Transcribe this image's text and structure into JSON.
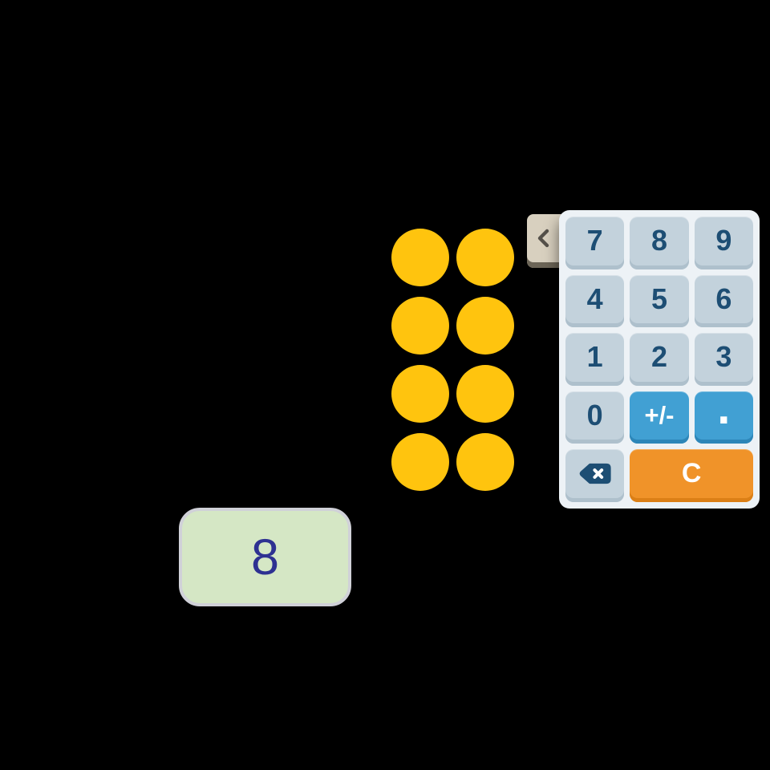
{
  "scene": {
    "background_color": "#000000"
  },
  "counters": {
    "count": 8,
    "rows": 4,
    "cols": 2,
    "color": "#FFC40E",
    "icon": "yellow-counter-dot"
  },
  "answer_box": {
    "value": "8",
    "background": "#D5E7C5",
    "border_color": "#D0D1D8",
    "text_color": "#2E3192"
  },
  "keypad": {
    "panel_background": "#EDF2F6",
    "collapse_tab": {
      "icon": "chevron-left-icon",
      "background": "#D8D0BF",
      "edge_color": "#6C6557"
    },
    "key_colors": {
      "default_bg": "#C3D2DC",
      "default_edge": "#AEC0CC",
      "default_text": "#1D4E74",
      "accent_bg": "#41A0D3",
      "accent_edge": "#2D86B8",
      "clear_bg": "#F09329",
      "clear_edge": "#DB7F16",
      "light_text": "#FFFFFF"
    },
    "keys": [
      {
        "label": "7",
        "type": "number"
      },
      {
        "label": "8",
        "type": "number"
      },
      {
        "label": "9",
        "type": "number"
      },
      {
        "label": "4",
        "type": "number"
      },
      {
        "label": "5",
        "type": "number"
      },
      {
        "label": "6",
        "type": "number"
      },
      {
        "label": "1",
        "type": "number"
      },
      {
        "label": "2",
        "type": "number"
      },
      {
        "label": "3",
        "type": "number"
      },
      {
        "label": "0",
        "type": "number"
      },
      {
        "label": "+/-",
        "type": "accent"
      },
      {
        "label": ".",
        "type": "accent"
      },
      {
        "label": "",
        "type": "backspace",
        "icon": "backspace-icon"
      },
      {
        "label": "C",
        "type": "clear"
      }
    ]
  }
}
